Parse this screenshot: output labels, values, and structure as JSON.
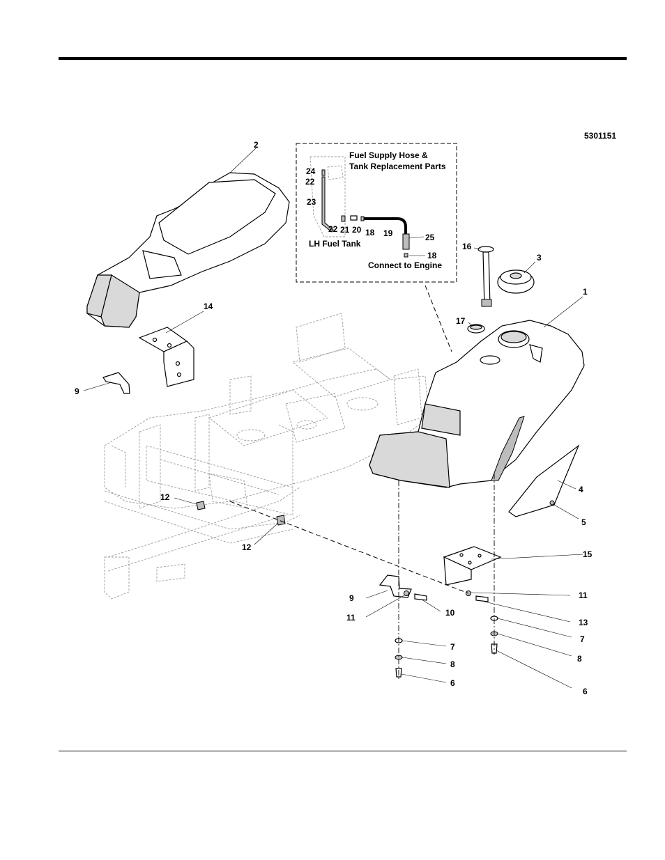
{
  "drawing_number": "5301151",
  "inset": {
    "caption_line1": "Fuel Supply Hose &",
    "caption_line2": "Tank Replacement Parts",
    "tank_label": "LH Fuel Tank",
    "engine_label": "Connect to Engine"
  },
  "callouts": {
    "c2": "2",
    "c14": "14",
    "c9a": "9",
    "c12a": "12",
    "c12b": "12",
    "c16": "16",
    "c3": "3",
    "c1": "1",
    "c17": "17",
    "c4": "4",
    "c5": "5",
    "c15": "15",
    "c11a": "11",
    "c9b": "9",
    "c11b": "11",
    "c10": "10",
    "c13": "13",
    "c7a": "7",
    "c7b": "7",
    "c8a": "8",
    "c8b": "8",
    "c6a": "6",
    "c6b": "6",
    "i24": "24",
    "i22a": "22",
    "i23": "23",
    "i22b": "22",
    "i21": "21",
    "i20": "20",
    "i18a": "18",
    "i19": "19",
    "i25": "25",
    "i18b": "18"
  }
}
